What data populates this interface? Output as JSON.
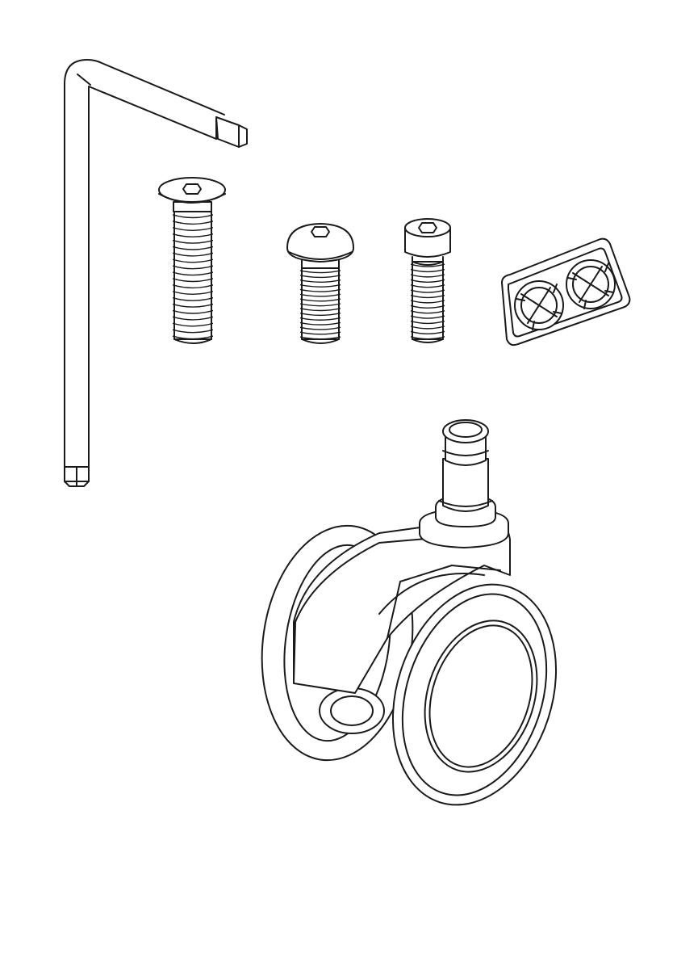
{
  "page": {
    "background": "#ffffff",
    "line_color": "#1a1a1a"
  },
  "parts": [
    {
      "id": "allen-key",
      "icon": "allen-key-icon"
    },
    {
      "id": "flat-head-bolt",
      "icon": "countersunk-bolt-icon",
      "thread_count": 20
    },
    {
      "id": "button-head-bolt",
      "icon": "button-head-bolt-icon",
      "thread_count": 15
    },
    {
      "id": "socket-cap-bolt",
      "icon": "socket-cap-bolt-icon",
      "thread_count": 15
    },
    {
      "id": "double-clip",
      "icon": "double-clip-icon"
    },
    {
      "id": "castor-wheel",
      "icon": "twin-castor-wheel-icon"
    }
  ]
}
